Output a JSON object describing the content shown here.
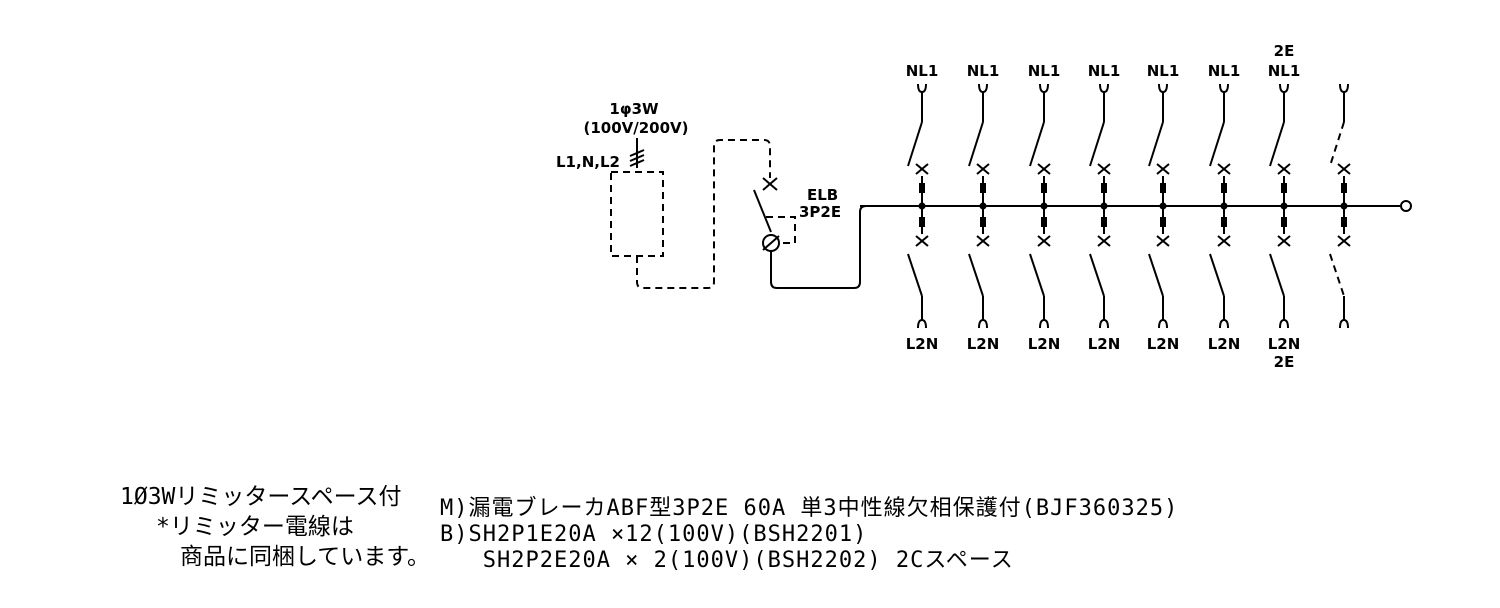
{
  "supply": {
    "phase": "1φ3W",
    "voltage": "(100V/200V)",
    "lines": "L1,N,L2"
  },
  "main_breaker": {
    "name": "ELB",
    "poles": "3P2E"
  },
  "branch_top_labels": [
    "NL1",
    "NL1",
    "NL1",
    "NL1",
    "NL1",
    "NL1",
    "NL1",
    ""
  ],
  "branch_top_extra": [
    "",
    "",
    "",
    "",
    "",
    "",
    "2E",
    ""
  ],
  "branch_bottom_labels": [
    "L2N",
    "L2N",
    "L2N",
    "L2N",
    "L2N",
    "L2N",
    "L2N",
    ""
  ],
  "branch_bottom_extra": [
    "",
    "",
    "",
    "",
    "",
    "",
    "2E",
    ""
  ],
  "branch_spare": [
    false,
    false,
    false,
    false,
    false,
    false,
    false,
    true
  ],
  "limiter_note": {
    "line1": "1Ø3Wリミッタースペース付",
    "line2": "*リミッター電線は",
    "line3": "商品に同梱しています。"
  },
  "spec_lines": [
    "M)漏電ブレーカABF型3P2E 60A 単3中性線欠相保護付(BJF360325)",
    "B)SH2P1E20A ×12(100V)(BSH2201)",
    "   SH2P2E20A × 2(100V)(BSH2202) 2Cスペース"
  ]
}
